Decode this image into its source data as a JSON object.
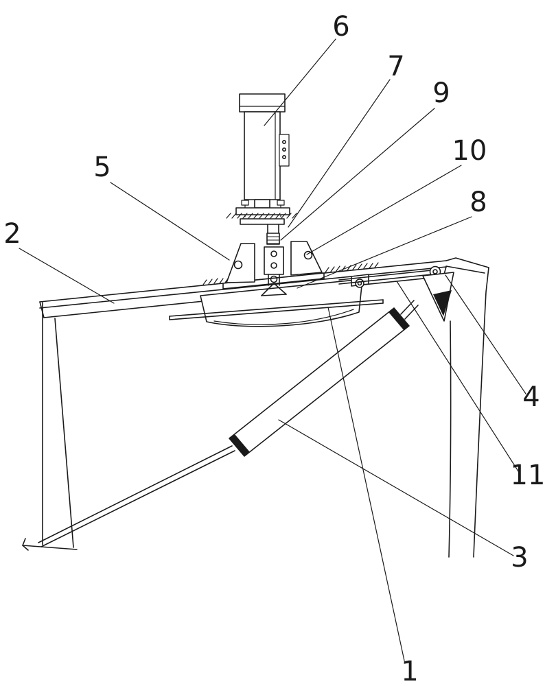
{
  "figure": {
    "kind": "patent-style technical line drawing",
    "background_color": "#ffffff",
    "line_color": "#1a1a1a"
  },
  "callouts": [
    {
      "id": "1",
      "text": "1"
    },
    {
      "id": "2",
      "text": "2"
    },
    {
      "id": "3",
      "text": "3"
    },
    {
      "id": "4",
      "text": "4"
    },
    {
      "id": "5",
      "text": "5"
    },
    {
      "id": "6",
      "text": "6"
    },
    {
      "id": "7",
      "text": "7"
    },
    {
      "id": "8",
      "text": "8"
    },
    {
      "id": "9",
      "text": "9"
    },
    {
      "id": "10",
      "text": "10"
    },
    {
      "id": "11",
      "text": "11"
    }
  ]
}
